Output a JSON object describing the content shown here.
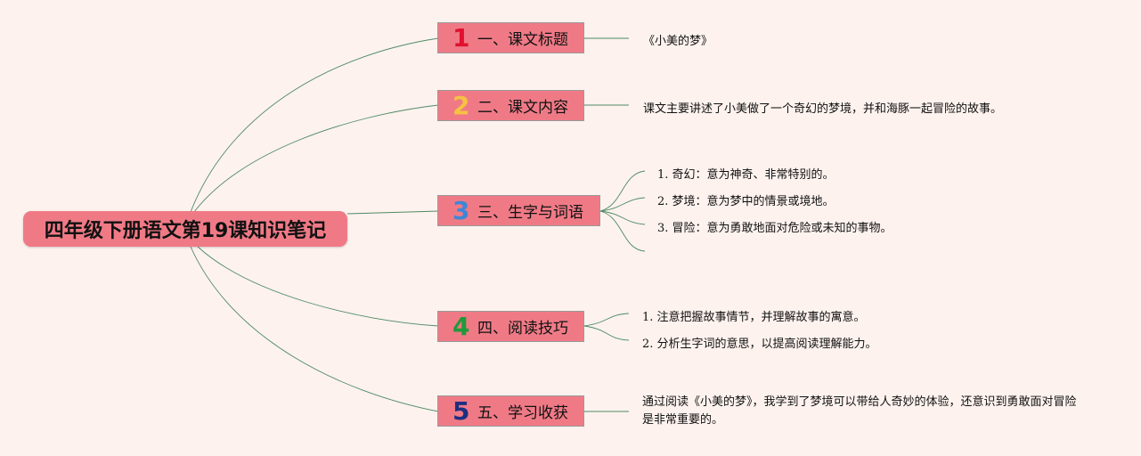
{
  "root": {
    "title": "四年级下册语文第19课知识笔记"
  },
  "branches": [
    {
      "number": "1",
      "number_color": "#e0102e",
      "label": "一、课文标题",
      "leaves": [
        "《小美的梦》"
      ]
    },
    {
      "number": "2",
      "number_color": "#f5c242",
      "label": "二、课文内容",
      "leaves": [
        "课文主要讲述了小美做了一个奇幻的梦境，并和海豚一起冒险的故事。"
      ]
    },
    {
      "number": "3",
      "number_color": "#3f87d6",
      "label": "三、生字与词语",
      "leaves": [
        "1. 奇幻：意为神奇、非常特别的。",
        "2. 梦境：意为梦中的情景或境地。",
        "3. 冒险：意为勇敢地面对危险或未知的事物。"
      ]
    },
    {
      "number": "4",
      "number_color": "#1f9a3a",
      "label": "四、阅读技巧",
      "leaves": [
        "1. 注意把握故事情节，并理解故事的寓意。",
        "2. 分析生字词的意思，以提高阅读理解能力。"
      ]
    },
    {
      "number": "5",
      "number_color": "#1d2f80",
      "label": "五、学习收获",
      "leaves": [
        "通过阅读《小美的梦》，我学到了梦境可以带给人奇妙的体验，还意识到勇敢面对冒险是非常重要的。"
      ]
    }
  ],
  "colors": {
    "background": "#fdf2ee",
    "node_fill": "#ef7a86",
    "connector": "#4f8a64"
  }
}
